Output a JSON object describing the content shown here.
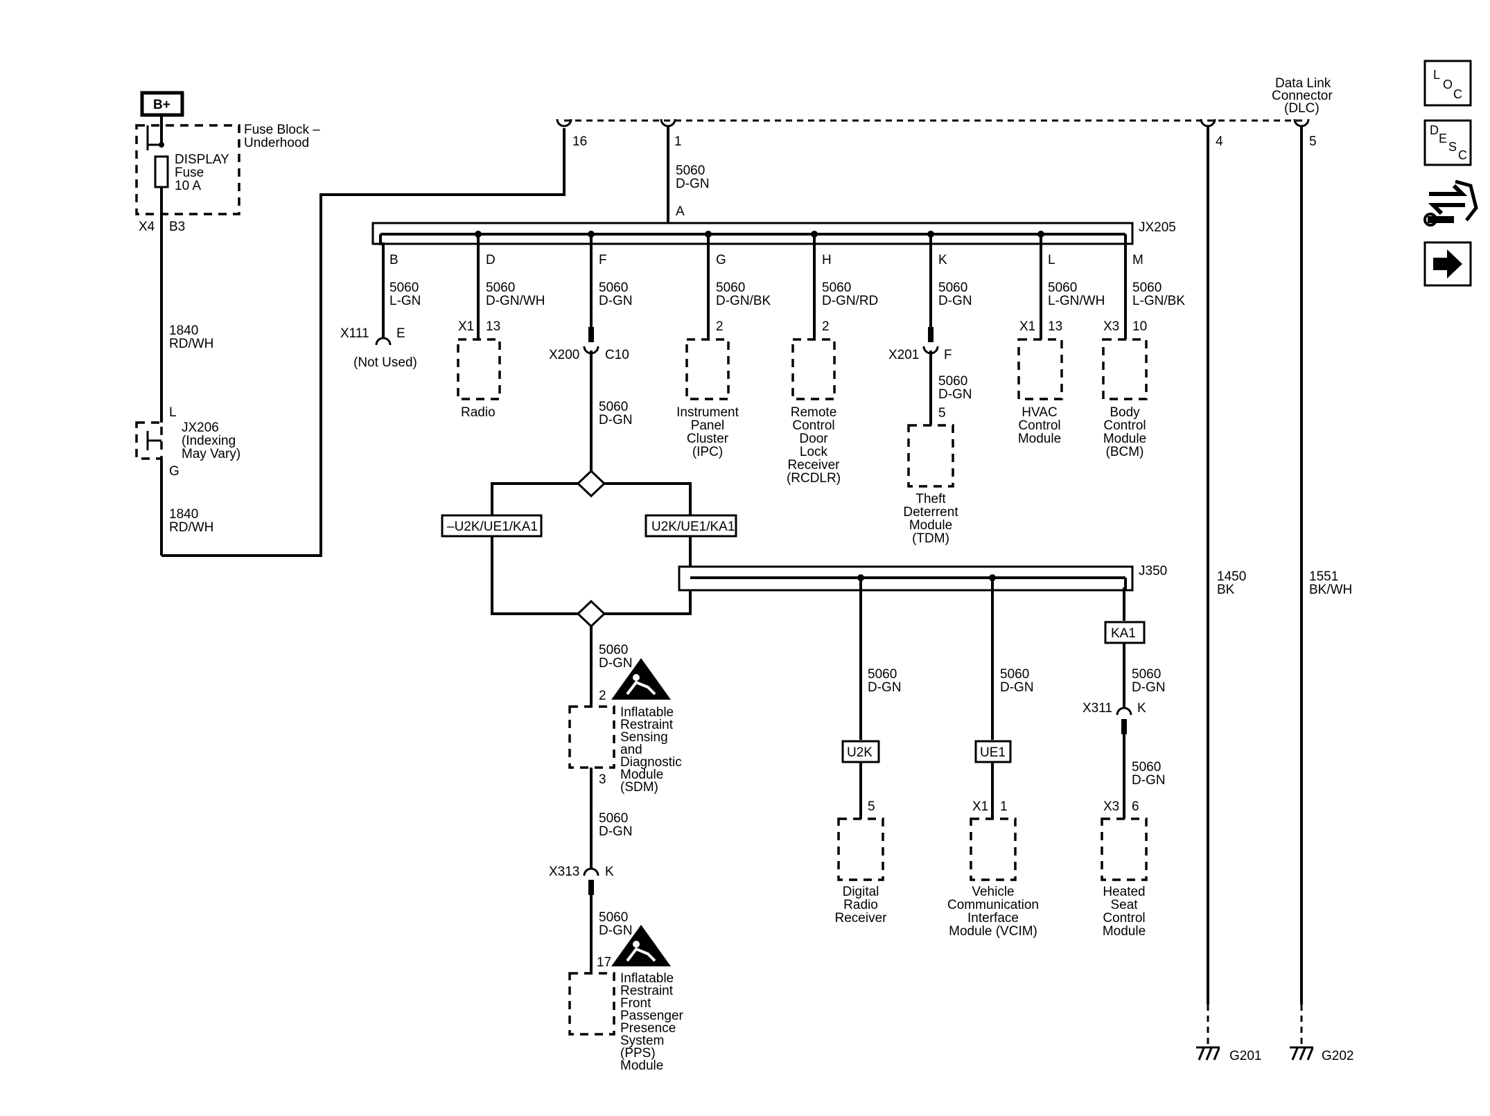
{
  "power": {
    "label": "B+"
  },
  "fuse_block": {
    "title_line1": "Fuse Block –",
    "title_line2": "Underhood",
    "fuse_line1": "DISPLAY",
    "fuse_line2": "Fuse",
    "fuse_line3": "10 A",
    "conn": "X4",
    "pin": "B3"
  },
  "wire_1840_top": {
    "circuit": "1840",
    "color": "RD/WH"
  },
  "wire_1840_bot": {
    "circuit": "1840",
    "color": "RD/WH"
  },
  "jx206": {
    "pin_top": "L",
    "line1": "JX206",
    "line2": "(Indexing",
    "line3": "May Vary)",
    "pin_bot": "G"
  },
  "dlc": {
    "line1": "Data Link",
    "line2": "Connector",
    "line3": "(DLC)",
    "pins": [
      "16",
      "1",
      "4",
      "5"
    ]
  },
  "jx205": {
    "label": "JX205",
    "pin_a": "A",
    "wire_circuit": "5060",
    "wire_color": "D-GN"
  },
  "branches": [
    {
      "pin": "B",
      "circuit": "5060",
      "color": "L-GN",
      "conn": "X111",
      "conn_pin": "E",
      "module": [
        "(Not Used)"
      ]
    },
    {
      "pin": "D",
      "circuit": "5060",
      "color": "D-GN/WH",
      "conn": "X1",
      "conn_pin": "13",
      "module": [
        "Radio"
      ]
    },
    {
      "pin": "F",
      "circuit": "5060",
      "color": "D-GN",
      "conn": "X200",
      "conn_pin": "C10",
      "module": []
    },
    {
      "pin": "G",
      "circuit": "5060",
      "color": "D-GN/BK",
      "conn": "",
      "conn_pin": "2",
      "module": [
        "Instrument",
        "Panel",
        "Cluster",
        "(IPC)"
      ]
    },
    {
      "pin": "H",
      "circuit": "5060",
      "color": "D-GN/RD",
      "conn": "",
      "conn_pin": "2",
      "module": [
        "Remote",
        "Control",
        "Door",
        "Lock",
        "Receiver",
        "(RCDLR)"
      ]
    },
    {
      "pin": "K",
      "circuit": "5060",
      "color": "D-GN",
      "conn": "X201",
      "conn_pin": "F",
      "module": []
    },
    {
      "pin": "L",
      "circuit": "5060",
      "color": "L-GN/WH",
      "conn": "X1",
      "conn_pin": "13",
      "module": [
        "HVAC",
        "Control",
        "Module"
      ]
    },
    {
      "pin": "M",
      "circuit": "5060",
      "color": "L-GN/BK",
      "conn": "X3",
      "conn_pin": "10",
      "module": [
        "Body",
        "Control",
        "Module",
        "(BCM)"
      ]
    }
  ],
  "tdm": {
    "circuit": "5060",
    "color": "D-GN",
    "pin": "5",
    "module": [
      "Theft",
      "Deterrent",
      "Module",
      "(TDM)"
    ]
  },
  "x200_wire": {
    "circuit": "5060",
    "color": "D-GN"
  },
  "options": {
    "left": "–U2K/UE1/KA1",
    "right": "U2K/UE1/KA1"
  },
  "j350": {
    "label": "J350"
  },
  "sdm": {
    "wire_circuit": "5060",
    "wire_color": "D-GN",
    "pin_in": "2",
    "pin_out": "3",
    "module": [
      "Inflatable",
      "Restraint",
      "Sensing",
      "and",
      "Diagnostic",
      "Module",
      "(SDM)"
    ]
  },
  "x313": {
    "wire_circuit": "5060",
    "wire_color": "D-GN",
    "conn": "X313",
    "pin": "K"
  },
  "pps": {
    "wire_circuit": "5060",
    "wire_color": "D-GN",
    "pin": "17",
    "module": [
      "Inflatable",
      "Restraint",
      "Front",
      "Passenger",
      "Presence",
      "System",
      "(PPS)",
      "Module"
    ]
  },
  "drr": {
    "circuit": "5060",
    "color": "D-GN",
    "tag": "U2K",
    "pin": "5",
    "module": [
      "Digital",
      "Radio",
      "Receiver"
    ]
  },
  "vcim": {
    "circuit": "5060",
    "color": "D-GN",
    "tag": "UE1",
    "conn": "X1",
    "pin": "1",
    "module": [
      "Vehicle",
      "Communication",
      "Interface",
      "Module (VCIM)"
    ]
  },
  "hscm": {
    "tag": "KA1",
    "circuit1": "5060",
    "color1": "D-GN",
    "conn311": "X311",
    "pin311": "K",
    "circuit2": "5060",
    "color2": "D-GN",
    "conn": "X3",
    "pin": "6",
    "module": [
      "Heated",
      "Seat",
      "Control",
      "Module"
    ]
  },
  "ground1": {
    "circuit": "1450",
    "color": "BK",
    "label": "G201"
  },
  "ground2": {
    "circuit": "1551",
    "color": "BK/WH",
    "label": "G202"
  },
  "nav": {
    "loc": [
      "L",
      "O",
      "C"
    ],
    "desc": [
      "D",
      "E",
      "S",
      "C"
    ],
    "icons": [
      "connector-view-icon",
      "next-page-arrow-icon"
    ]
  }
}
